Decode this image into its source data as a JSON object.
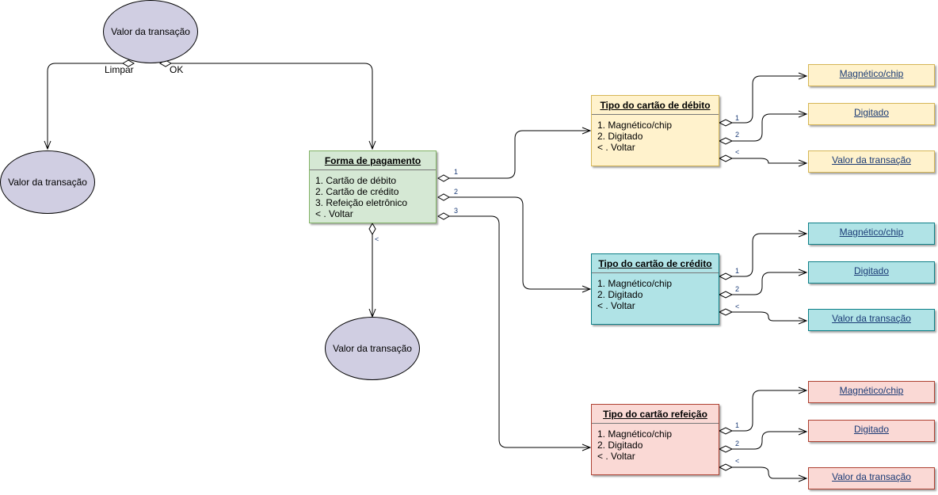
{
  "ellipses": {
    "top": "Valor da transação",
    "left": "Valor da transação",
    "bottom": "Valor da transação"
  },
  "top_edge_labels": {
    "limpar": "Limpar",
    "ok": "OK"
  },
  "forma_pagamento": {
    "title": "Forma de pagamento",
    "items": [
      "1. Cartão de débito",
      "2. Cartão de crédito",
      "3. Refeição eletrônico",
      "< . Voltar"
    ]
  },
  "debito": {
    "title": "Tipo do cartão de débito",
    "items": [
      "1. Magnético/chip",
      "2. Digitado",
      "< . Voltar"
    ],
    "targets": [
      "Magnético/chip",
      "Digitado",
      "Valor da transação"
    ]
  },
  "credito": {
    "title": "Tipo do cartão de crédito",
    "items": [
      "1. Magnético/chip",
      "2. Digitado",
      "< . Voltar"
    ],
    "targets": [
      "Magnético/chip",
      "Digitado",
      "Valor da transação"
    ]
  },
  "refeicao": {
    "title": "Tipo do cartão refeição",
    "items": [
      "1. Magnético/chip",
      "2. Digitado",
      "< . Voltar"
    ],
    "targets": [
      "Magnético/chip",
      "Digitado",
      "Valor da transação"
    ]
  },
  "edge_labels": {
    "one": "1",
    "two": "2",
    "three": "3",
    "back": "<"
  },
  "colors": {
    "ellipse_fill": "#d0cee2",
    "green_fill": "#d5e8d4",
    "yellow_fill": "#fff2cc",
    "cyan_fill": "#b0e3e6",
    "pink_fill": "#fad9d5",
    "link_text": "#1a3a75"
  }
}
